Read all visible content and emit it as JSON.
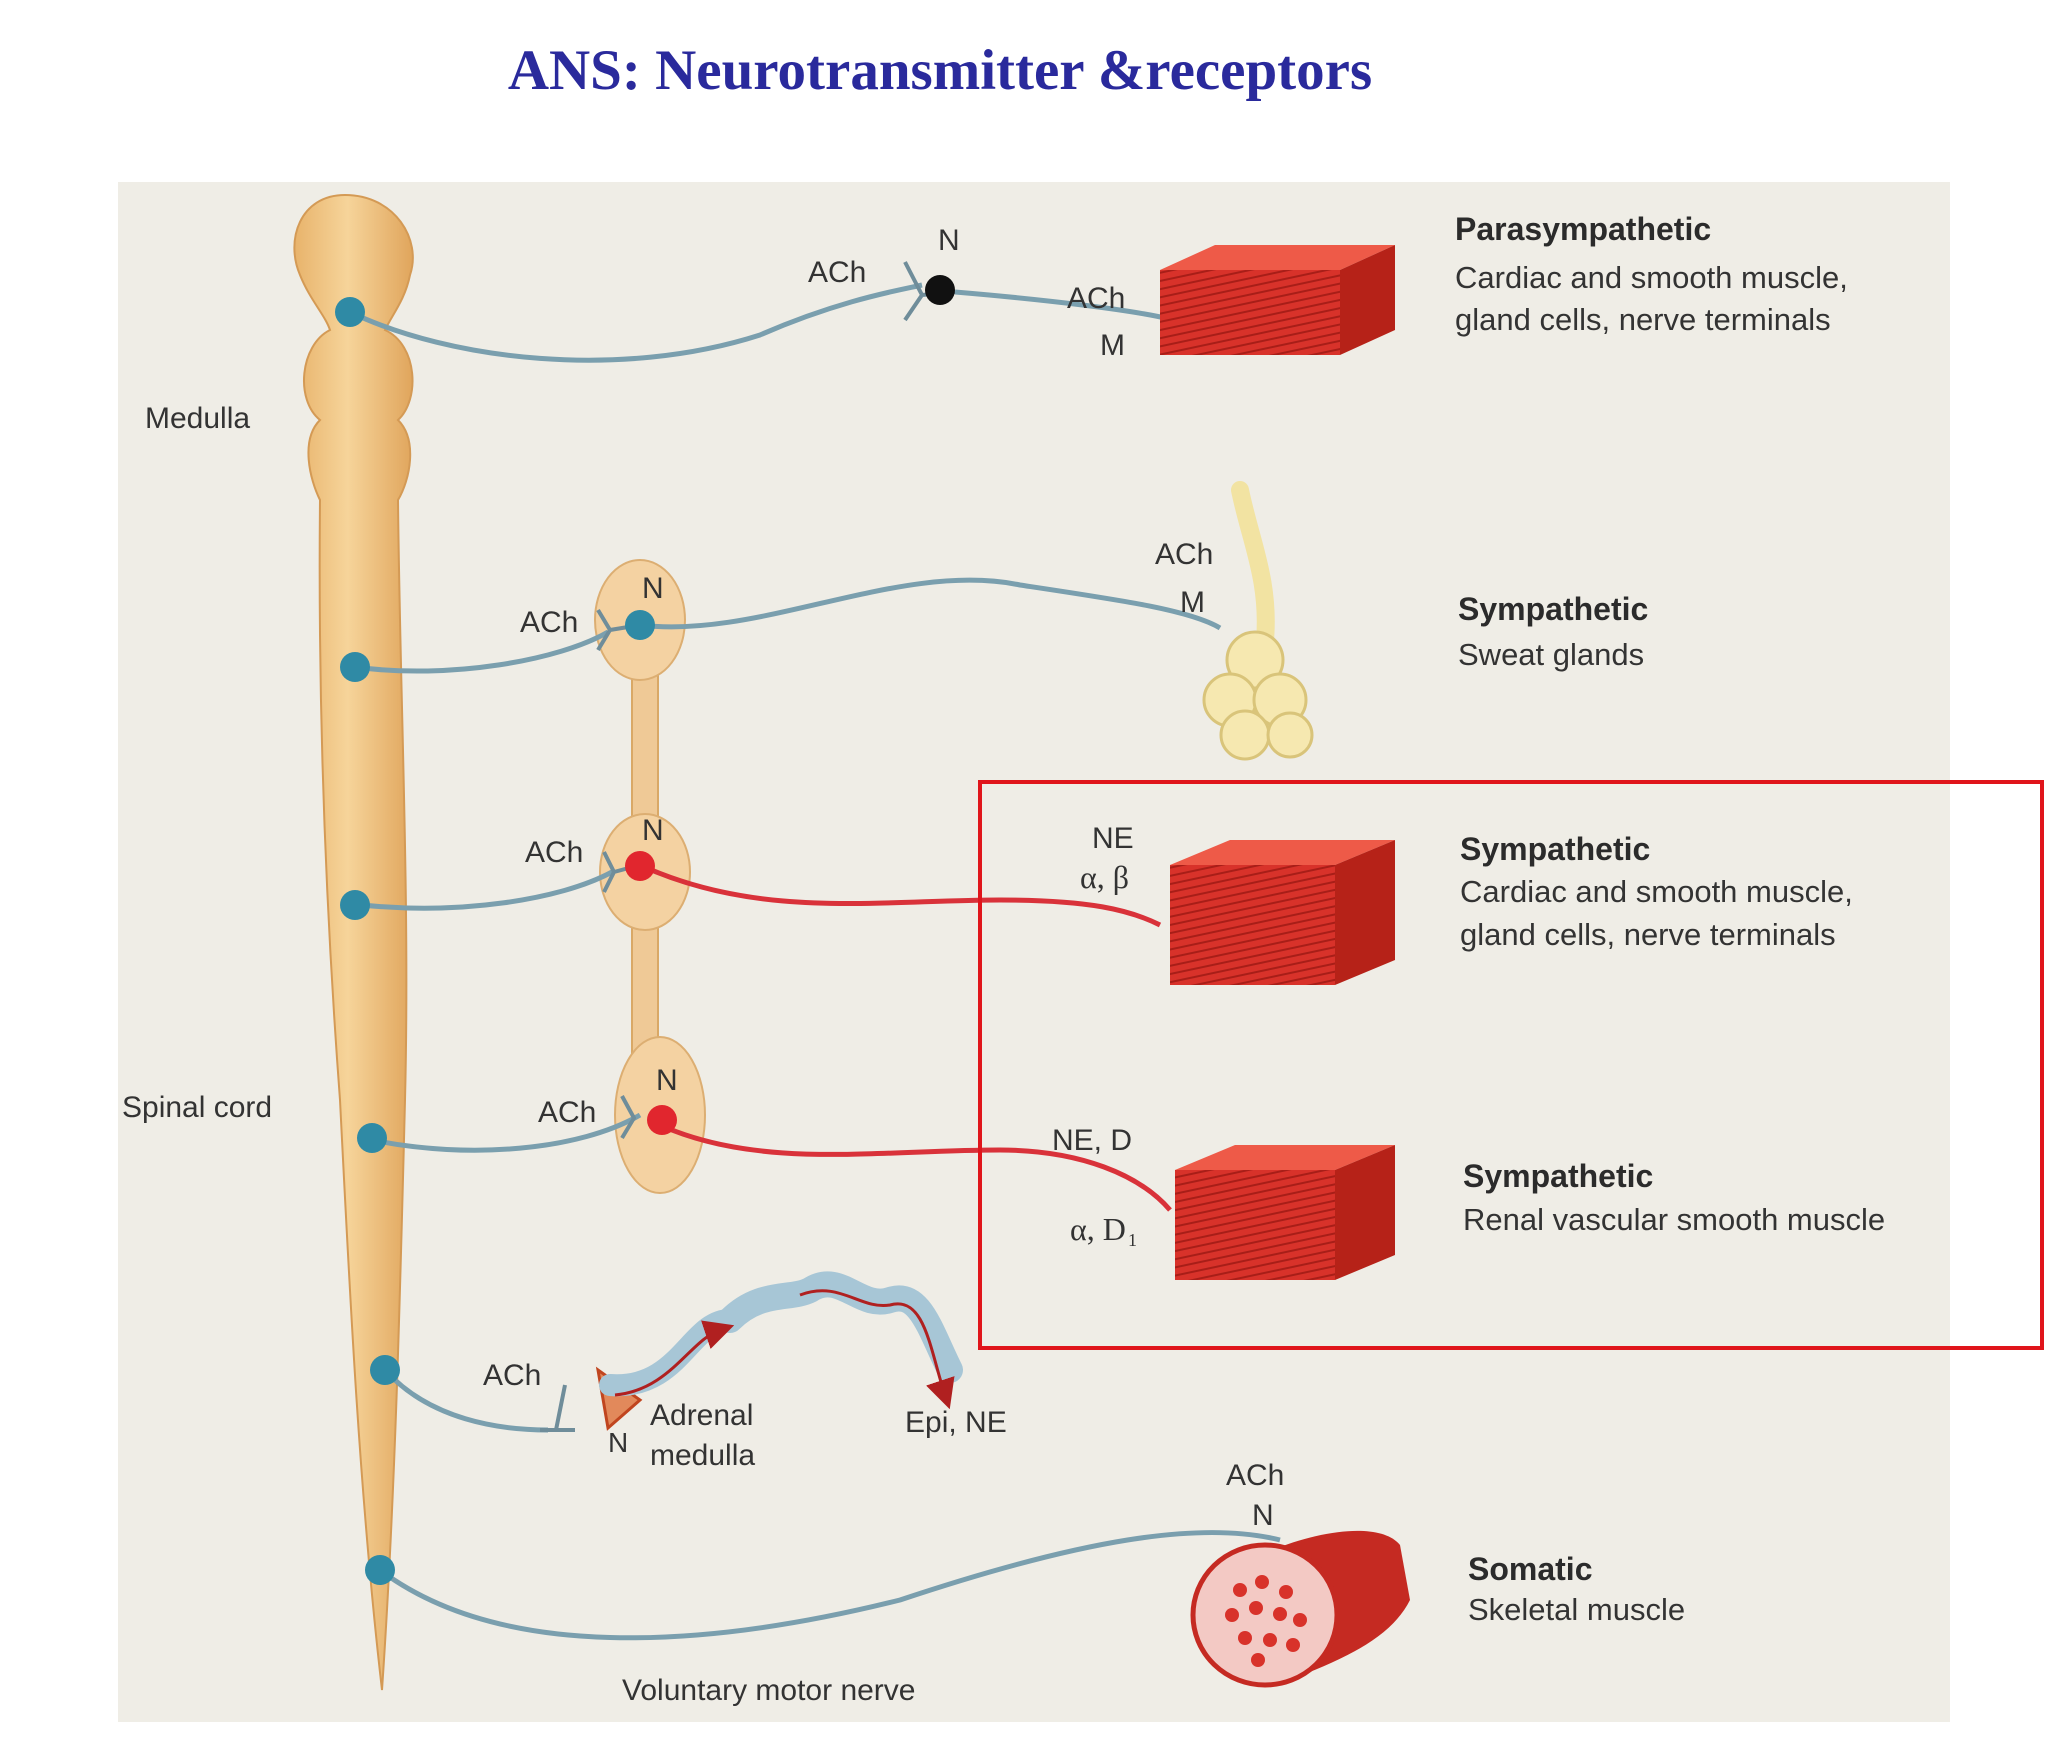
{
  "title": "ANS: Neurotransmitter &receptors",
  "labels": {
    "medulla": "Medulla",
    "spinal_cord": "Spinal cord",
    "adrenal_medulla_line1": "Adrenal",
    "adrenal_medulla_line2": "medulla",
    "voluntary_motor_nerve": "Voluntary motor nerve",
    "epi_ne": "Epi, NE"
  },
  "pathways": [
    {
      "heading": "Parasympathetic",
      "desc": [
        "Cardiac and smooth muscle,",
        "gland cells, nerve terminals"
      ],
      "pre": "ACh",
      "ganglion_receptor": "N",
      "post": "ACh",
      "target_receptor": "M"
    },
    {
      "heading": "Sympathetic",
      "desc": [
        "Sweat glands"
      ],
      "pre": "ACh",
      "ganglion_receptor": "N",
      "post": "ACh",
      "target_receptor": "M"
    },
    {
      "heading": "Sympathetic",
      "desc": [
        "Cardiac and smooth muscle,",
        "gland cells, nerve terminals"
      ],
      "pre": "ACh",
      "ganglion_receptor": "N",
      "post": "NE",
      "target_receptor": "α, β"
    },
    {
      "heading": "Sympathetic",
      "desc": [
        "Renal vascular smooth muscle"
      ],
      "pre": "ACh",
      "ganglion_receptor": "N",
      "post": "NE, D",
      "target_receptor": "α, D"
    },
    {
      "pre": "ACh",
      "ganglion_receptor": "N"
    },
    {
      "heading": "Somatic",
      "desc": [
        "Skeletal muscle"
      ],
      "post": "ACh",
      "target_receptor": "N"
    }
  ],
  "colors": {
    "title": "#2a2a9c",
    "spinal_cord": "#f0c27e",
    "nerve": "#7a9fae",
    "adrenergic_nerve": "#d9323a",
    "muscle": "#d8322a",
    "highlight_box": "#e0151b"
  }
}
